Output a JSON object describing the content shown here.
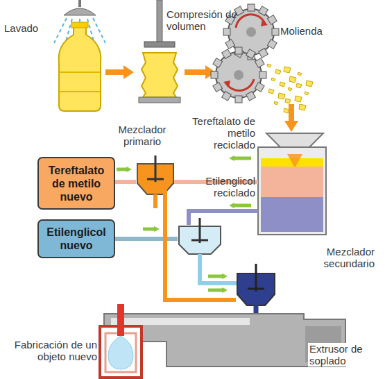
{
  "diagram": {
    "nodes": [
      {
        "text": [
          "Tereftalato de metilo nuevo"
        ]
      },
      {
        "text": [
          "Etilenglicol nuevo"
        ]
      }
    ],
    "labels": [
      "Lavado",
      "Compresión de volumen",
      "Molienda",
      "Mezclador primario",
      "Tereftalato de metilo reciclado",
      "Etilenglicol reciclado",
      "Mezclador secundario",
      "Fabricación de un objeto nuevo",
      "Extrusor de soplado"
    ]
  }
}
